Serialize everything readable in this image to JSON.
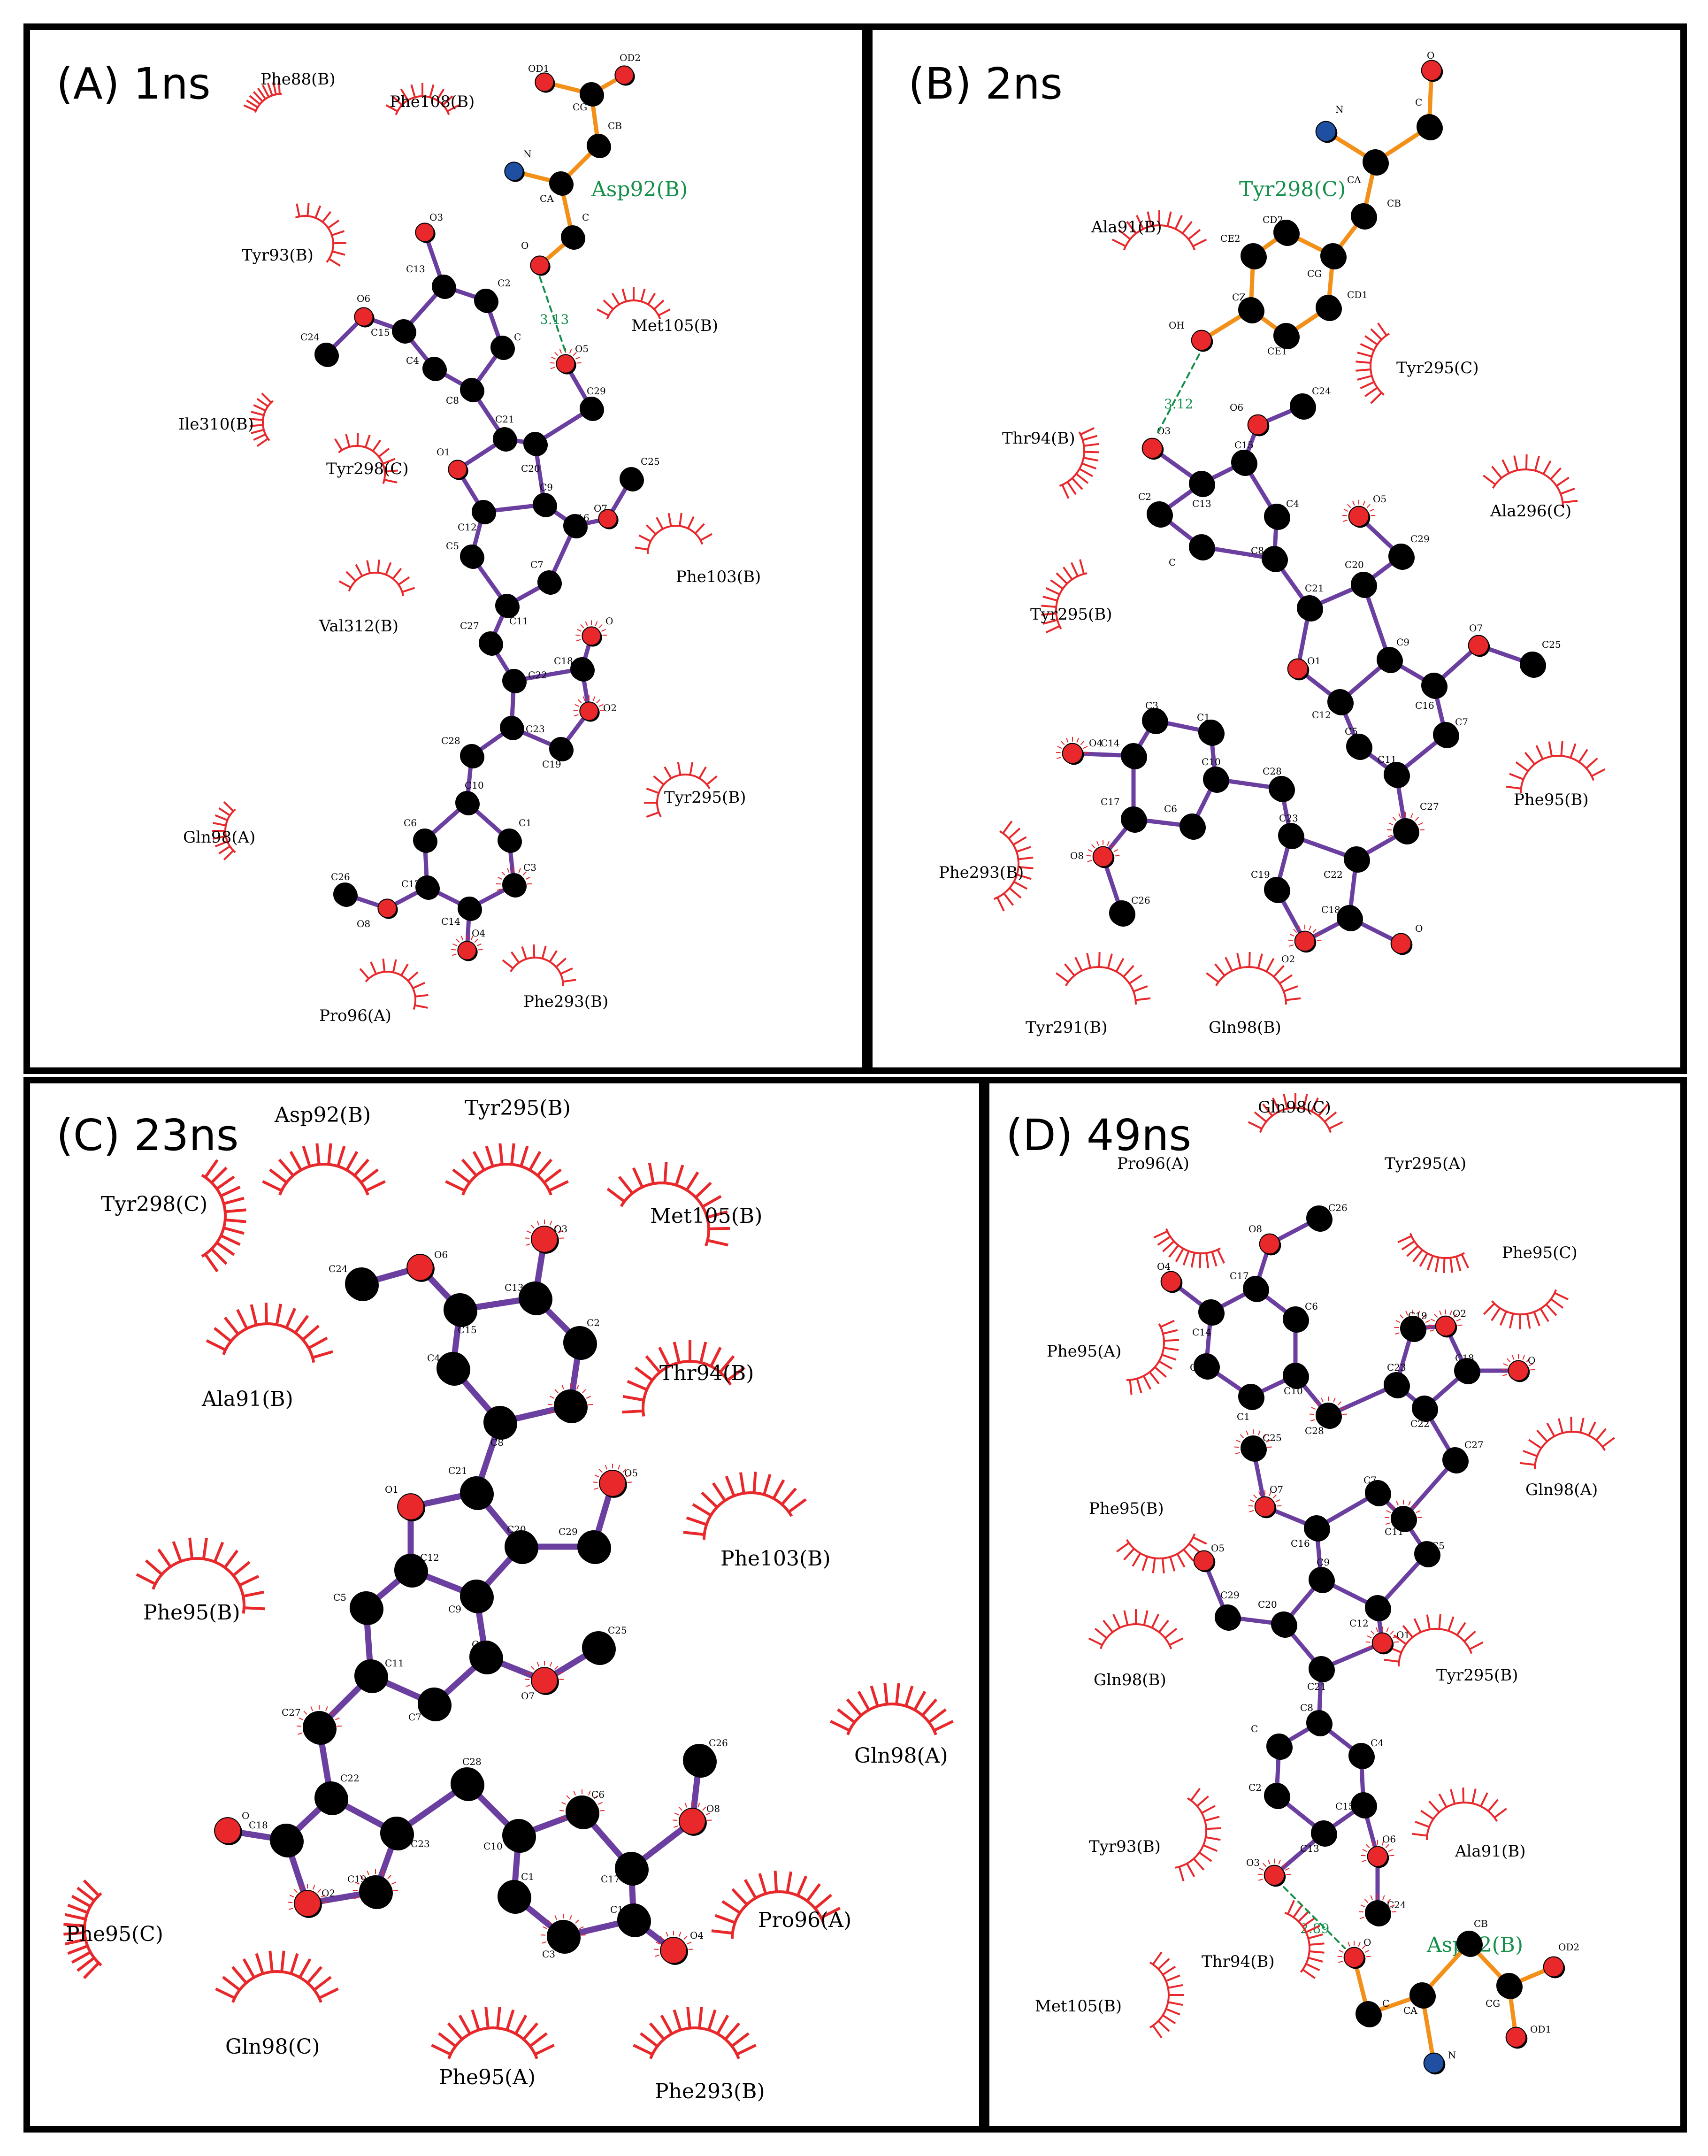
{
  "colors": {
    "ligand_bond": "#6b3fa0",
    "residue_bond": "#f39019",
    "carbon": "#000000",
    "oxygen": "#e8282b",
    "nitrogen": "#1f4fa0",
    "hydrophobic": "#e8282b",
    "hbond": "#14904a",
    "border": "#000000"
  },
  "panels": [
    {
      "title": "(A) 1ns",
      "hbond_distance": "3.13",
      "hbond_residue": "Asp92(B)",
      "residues": [
        "Phe88(B)",
        "Phe108(B)",
        "Tyr93(B)",
        "Met105(B)",
        "Ile310(B)",
        "Tyr298(C)",
        "Phe103(B)",
        "Val312(B)",
        "Tyr295(B)",
        "Gln98(A)",
        "Pro96(A)",
        "Phe293(B)"
      ]
    },
    {
      "title": "(B) 2ns",
      "hbond_distance": "3.12",
      "hbond_residue": "Tyr298(C)",
      "residues": [
        "Ala91(B)",
        "Tyr295(C)",
        "Thr94(B)",
        "Ala296(C)",
        "Tyr295(B)",
        "Phe95(B)",
        "Phe293(B)",
        "Tyr291(B)",
        "Gln98(B)"
      ]
    },
    {
      "title": "(C) 23ns",
      "residues": [
        "Asp92(B)",
        "Tyr295(B)",
        "Tyr298(C)",
        "Met105(B)",
        "Ala91(B)",
        "Thr94(B)",
        "Phe103(B)",
        "Phe95(B)",
        "Gln98(A)",
        "Pro96(A)",
        "Phe95(C)",
        "Gln98(C)",
        "Phe95(A)",
        "Phe293(B)"
      ]
    },
    {
      "title": "(D) 49ns",
      "hbond_distance": "2.89",
      "hbond_residue": "Asp92(B)",
      "residues": [
        "Gln98(C)",
        "Pro96(A)",
        "Tyr295(A)",
        "Phe95(C)",
        "Phe95(A)",
        "Gln98(A)",
        "Phe95(B)",
        "Gln98(B)",
        "Tyr295(B)",
        "Tyr93(B)",
        "Ala91(B)",
        "Thr94(B)",
        "Met105(B)"
      ]
    }
  ]
}
